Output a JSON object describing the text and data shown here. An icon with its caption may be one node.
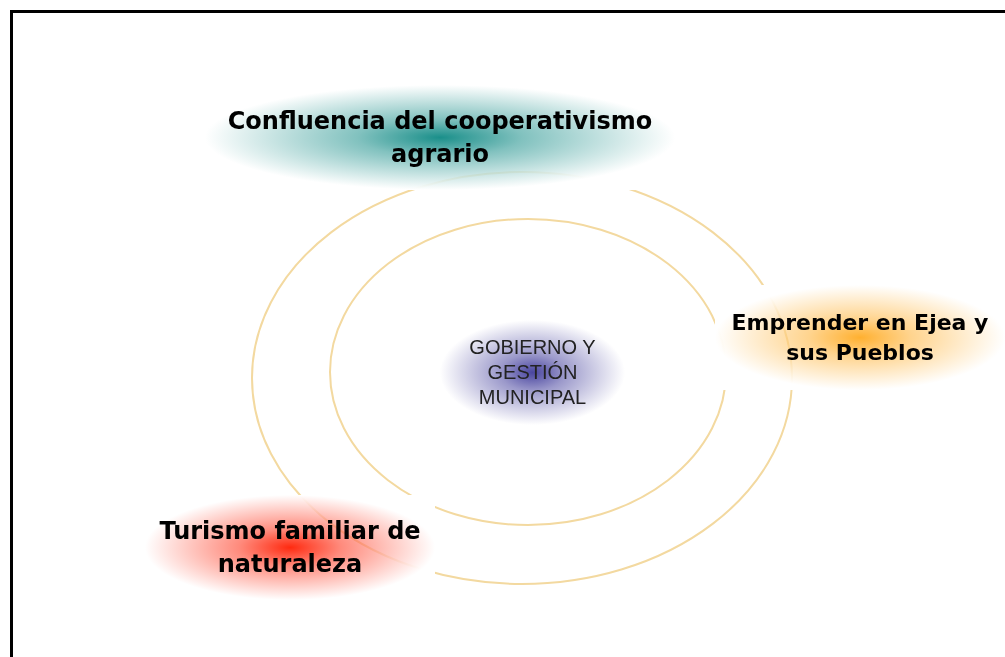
{
  "diagram": {
    "nodes": [
      {
        "text": [
          "Confluencia del cooperativismo agrario"
        ]
      },
      {
        "text": [
          "Emprender en Ejea y sus Pueblos"
        ]
      },
      {
        "text": [
          "GOBIERNO Y GESTIÓN MUNICIPAL"
        ]
      },
      {
        "text": [
          "Turismo familiar de naturaleza"
        ]
      }
    ]
  }
}
